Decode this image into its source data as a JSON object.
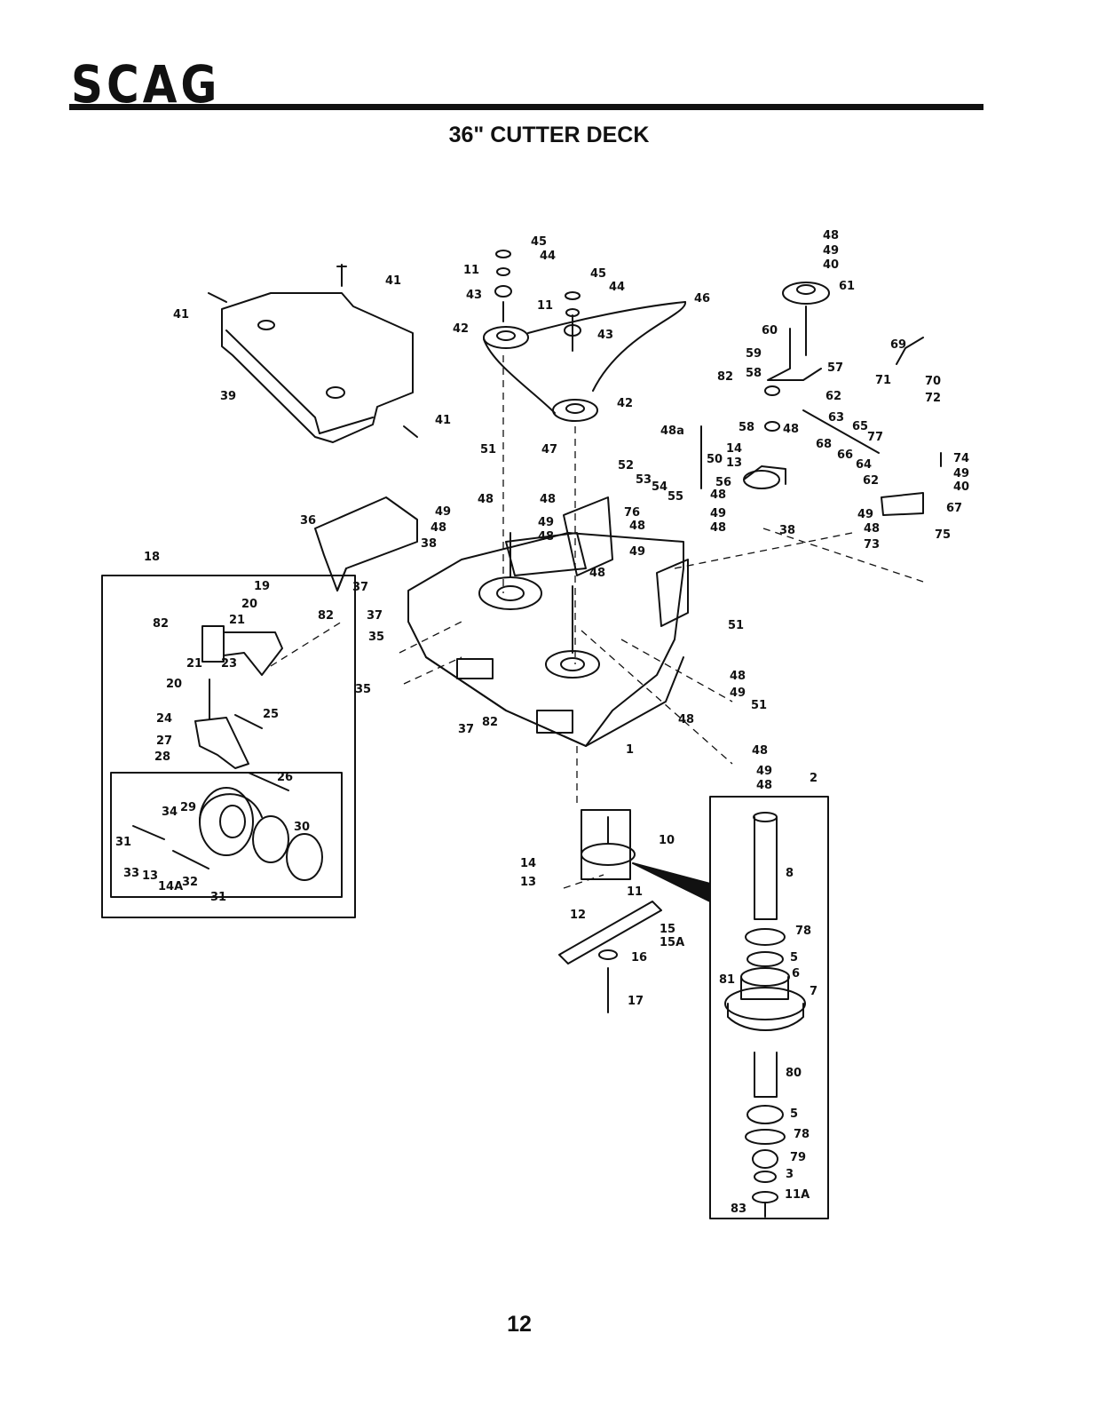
{
  "brand": "SCAG",
  "title": "36\" CUTTER DECK",
  "page_number": "12",
  "part_labels": [
    "45",
    "44",
    "11",
    "43",
    "42",
    "45",
    "44",
    "11",
    "43",
    "46",
    "42",
    "41",
    "41",
    "41",
    "39",
    "36",
    "38",
    "37",
    "82",
    "37",
    "35",
    "35",
    "37",
    "82",
    "1",
    "51",
    "47",
    "52",
    "53",
    "54",
    "55",
    "48",
    "48",
    "49",
    "48",
    "49",
    "48",
    "76",
    "48",
    "49",
    "48",
    "48a",
    "50",
    "48",
    "49",
    "48",
    "48",
    "49",
    "40",
    "61",
    "60",
    "69",
    "59",
    "57",
    "82",
    "58",
    "62",
    "58",
    "48",
    "63",
    "65",
    "77",
    "71",
    "70",
    "72",
    "68",
    "66",
    "14",
    "13",
    "56",
    "64",
    "62",
    "74",
    "49",
    "40",
    "67",
    "49",
    "48",
    "73",
    "75",
    "38",
    "51",
    "48",
    "49",
    "51",
    "48",
    "48",
    "49",
    "48",
    "18",
    "19",
    "20",
    "21",
    "82",
    "21",
    "23",
    "20",
    "24",
    "25",
    "27",
    "28",
    "26",
    "29",
    "34",
    "30",
    "31",
    "33",
    "13",
    "14A",
    "32",
    "31",
    "10",
    "14",
    "13",
    "11",
    "12",
    "15",
    "15A",
    "16",
    "17",
    "2",
    "8",
    "78",
    "5",
    "81",
    "6",
    "7",
    "80",
    "5",
    "78",
    "79",
    "3",
    "11A",
    "83"
  ]
}
